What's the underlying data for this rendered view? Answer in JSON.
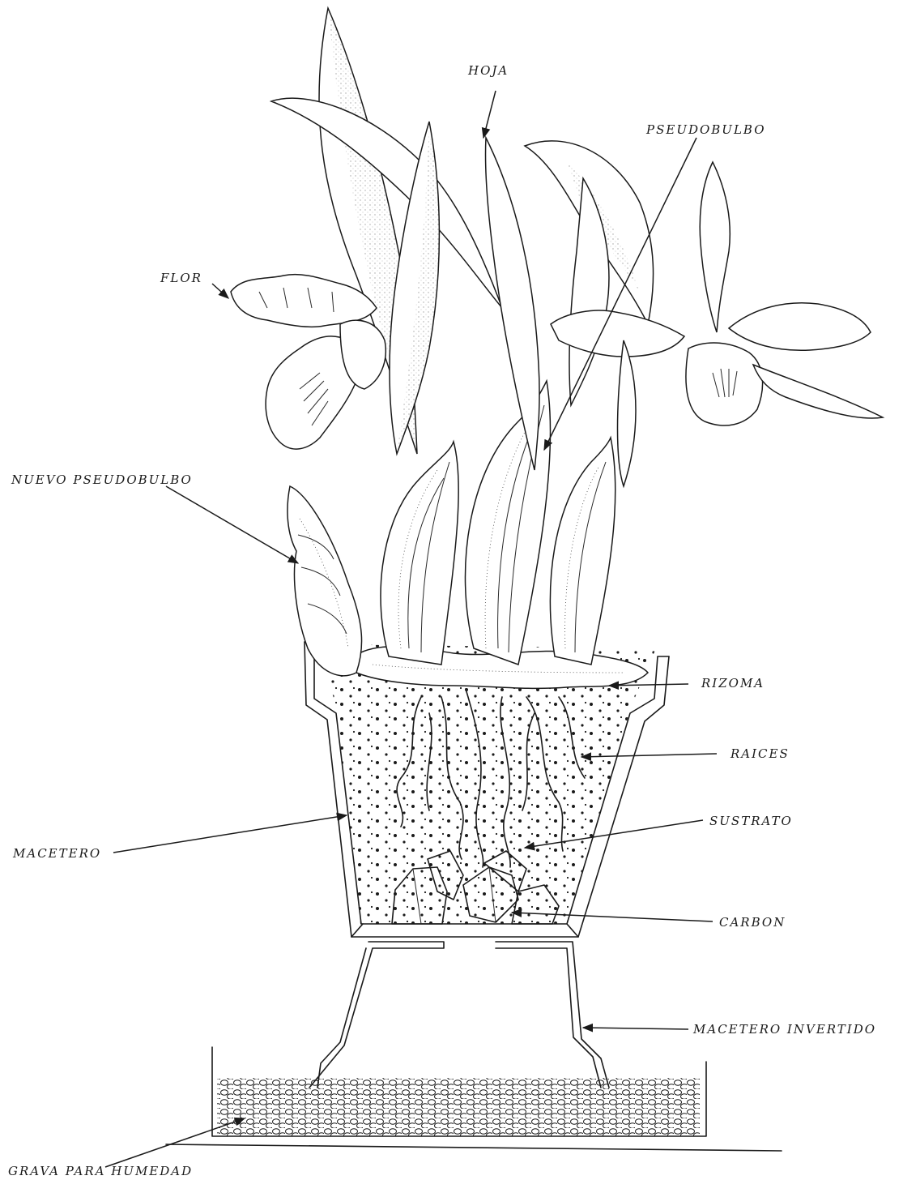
{
  "labels": {
    "hoja": "HOJA",
    "pseudobulbo": "PSEUDOBULBO",
    "flor": "FLOR",
    "nuevo_pseudobulbo": "NUEVO PSEUDOBULBO",
    "rizoma": "RIZOMA",
    "raices": "RAICES",
    "macetero": "MACETERO",
    "sustrato": "SUSTRATO",
    "carbon": "CARBON",
    "macetero_invertido": "MACETERO INVERTIDO",
    "grava_para_humedad": "GRAVA PARA HUMEDAD"
  }
}
